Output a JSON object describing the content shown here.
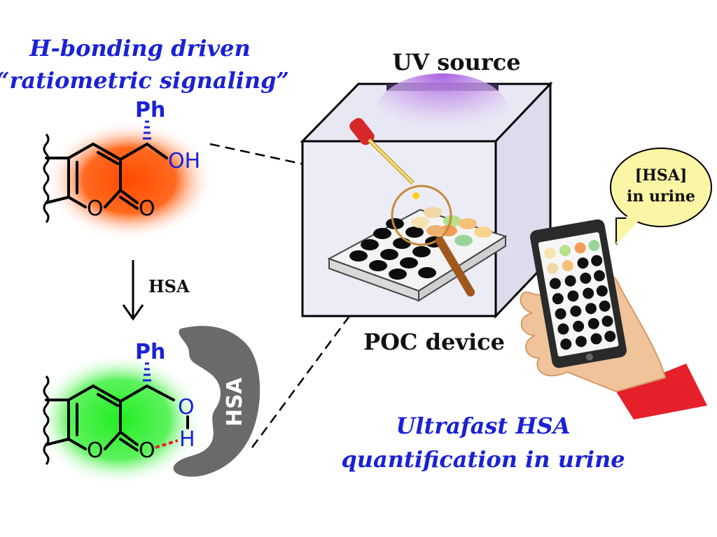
{
  "colors": {
    "title_blue": "#1a21d6",
    "orange_glow": "#ff5a12",
    "green_glow": "#3cf23c",
    "protein_gray": "#6a6a6a",
    "uv_purple": "#b07ad8",
    "box_face": "#ececf6",
    "hand_skin": "#f0c39a",
    "sleeve_red": "#e5202a",
    "bubble_yellow": "#fbf5a6"
  },
  "header": {
    "line1": "H-bonding driven",
    "line2": "“ratiometric signaling”"
  },
  "molecule_top": {
    "phenyl": "Ph",
    "hydroxyl": "OH",
    "ring_oxygen": "O",
    "carbonyl_oxygen": "O"
  },
  "arrow": {
    "label": "HSA"
  },
  "molecule_bottom": {
    "phenyl": "Ph",
    "hydroxyl_o": "O",
    "hydroxyl_h": "H",
    "ring_oxygen": "O",
    "carbonyl_oxygen": "O",
    "protein_label": "HSA"
  },
  "device": {
    "uv_label": "UV source",
    "device_label": "POC device"
  },
  "phone": {
    "bubble_line1": "[HSA]",
    "bubble_line2": "in urine"
  },
  "footer": {
    "line1": "Ultrafast HSA",
    "line2": "quantification in urine"
  }
}
